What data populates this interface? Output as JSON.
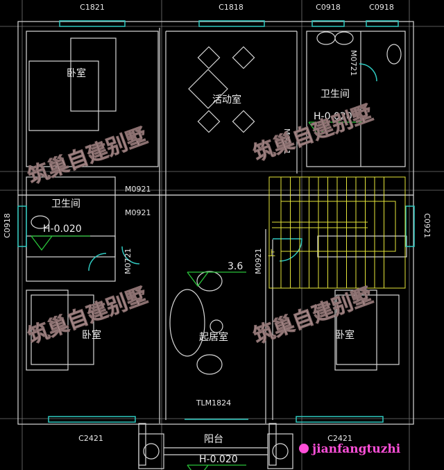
{
  "windows_top": [
    "C1821",
    "C1818",
    "C0918",
    "C0918"
  ],
  "window_left": "C0918",
  "window_right": "C0921",
  "windows_bottom": [
    "C2421",
    "C2421"
  ],
  "rooms": {
    "bedroom_nw": "卧室",
    "activity_room": "活动室",
    "bathroom_ne": "卫生间",
    "bathroom_w": "卫生间",
    "bedroom_sw": "卧室",
    "living_room": "起居室",
    "bedroom_se": "卧室",
    "balcony": "阳台"
  },
  "doors": {
    "ne_bath_inner": "M0721",
    "ne_bath": "M0721",
    "w_upper": "M0921",
    "w_lower": "M0921",
    "w_bath": "M0721",
    "se": "M0921",
    "sliding": "TLM1824"
  },
  "elevations": {
    "ne_bath": "H-0.020",
    "w_bath": "H-0.020",
    "living": "3.6",
    "balcony": "H-0.020"
  },
  "stair_label": "上",
  "watermark": "筑巢自建别墅",
  "wechat_id": "jianfangtuzhi",
  "colors": {
    "background": "#000000",
    "walls": "#d8d8d8",
    "windows": "#2fc9c0",
    "stairs": "#e6e63a",
    "elevation_marks": "#29c43a",
    "watermark_tag": "#ff4fd8"
  }
}
